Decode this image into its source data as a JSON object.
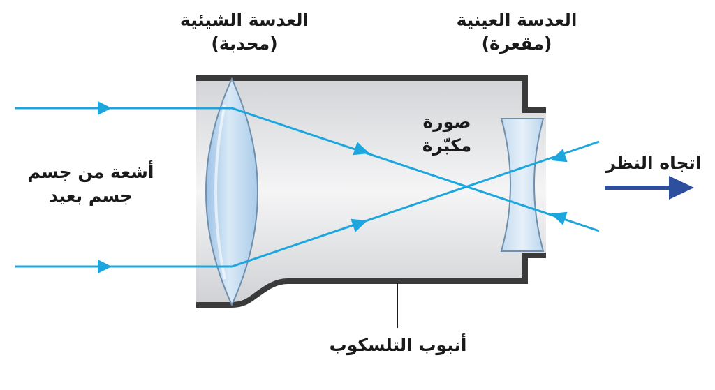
{
  "labels": {
    "objective": {
      "line1": "العدسة الشيئية",
      "line2": "(محدبة)"
    },
    "eyepiece": {
      "line1": "العدسة العينية",
      "line2": "(مقعرة)"
    },
    "image": {
      "line1": "صورة",
      "line2": "مكبّرة"
    },
    "rays": {
      "line1": "أشعة من جسم",
      "line2": "جسم بعيد"
    },
    "view_direction": "اتجاه النظر",
    "tube": "أنبوب التلسكوب"
  },
  "colors": {
    "ray": "#1da6dd",
    "arrow": "#2e4f9e",
    "tube_stroke": "#3a3a3a",
    "tube_fill": "#e5e6e8",
    "lens_fill": "#b8d3ec",
    "text": "#1a1a1a"
  }
}
